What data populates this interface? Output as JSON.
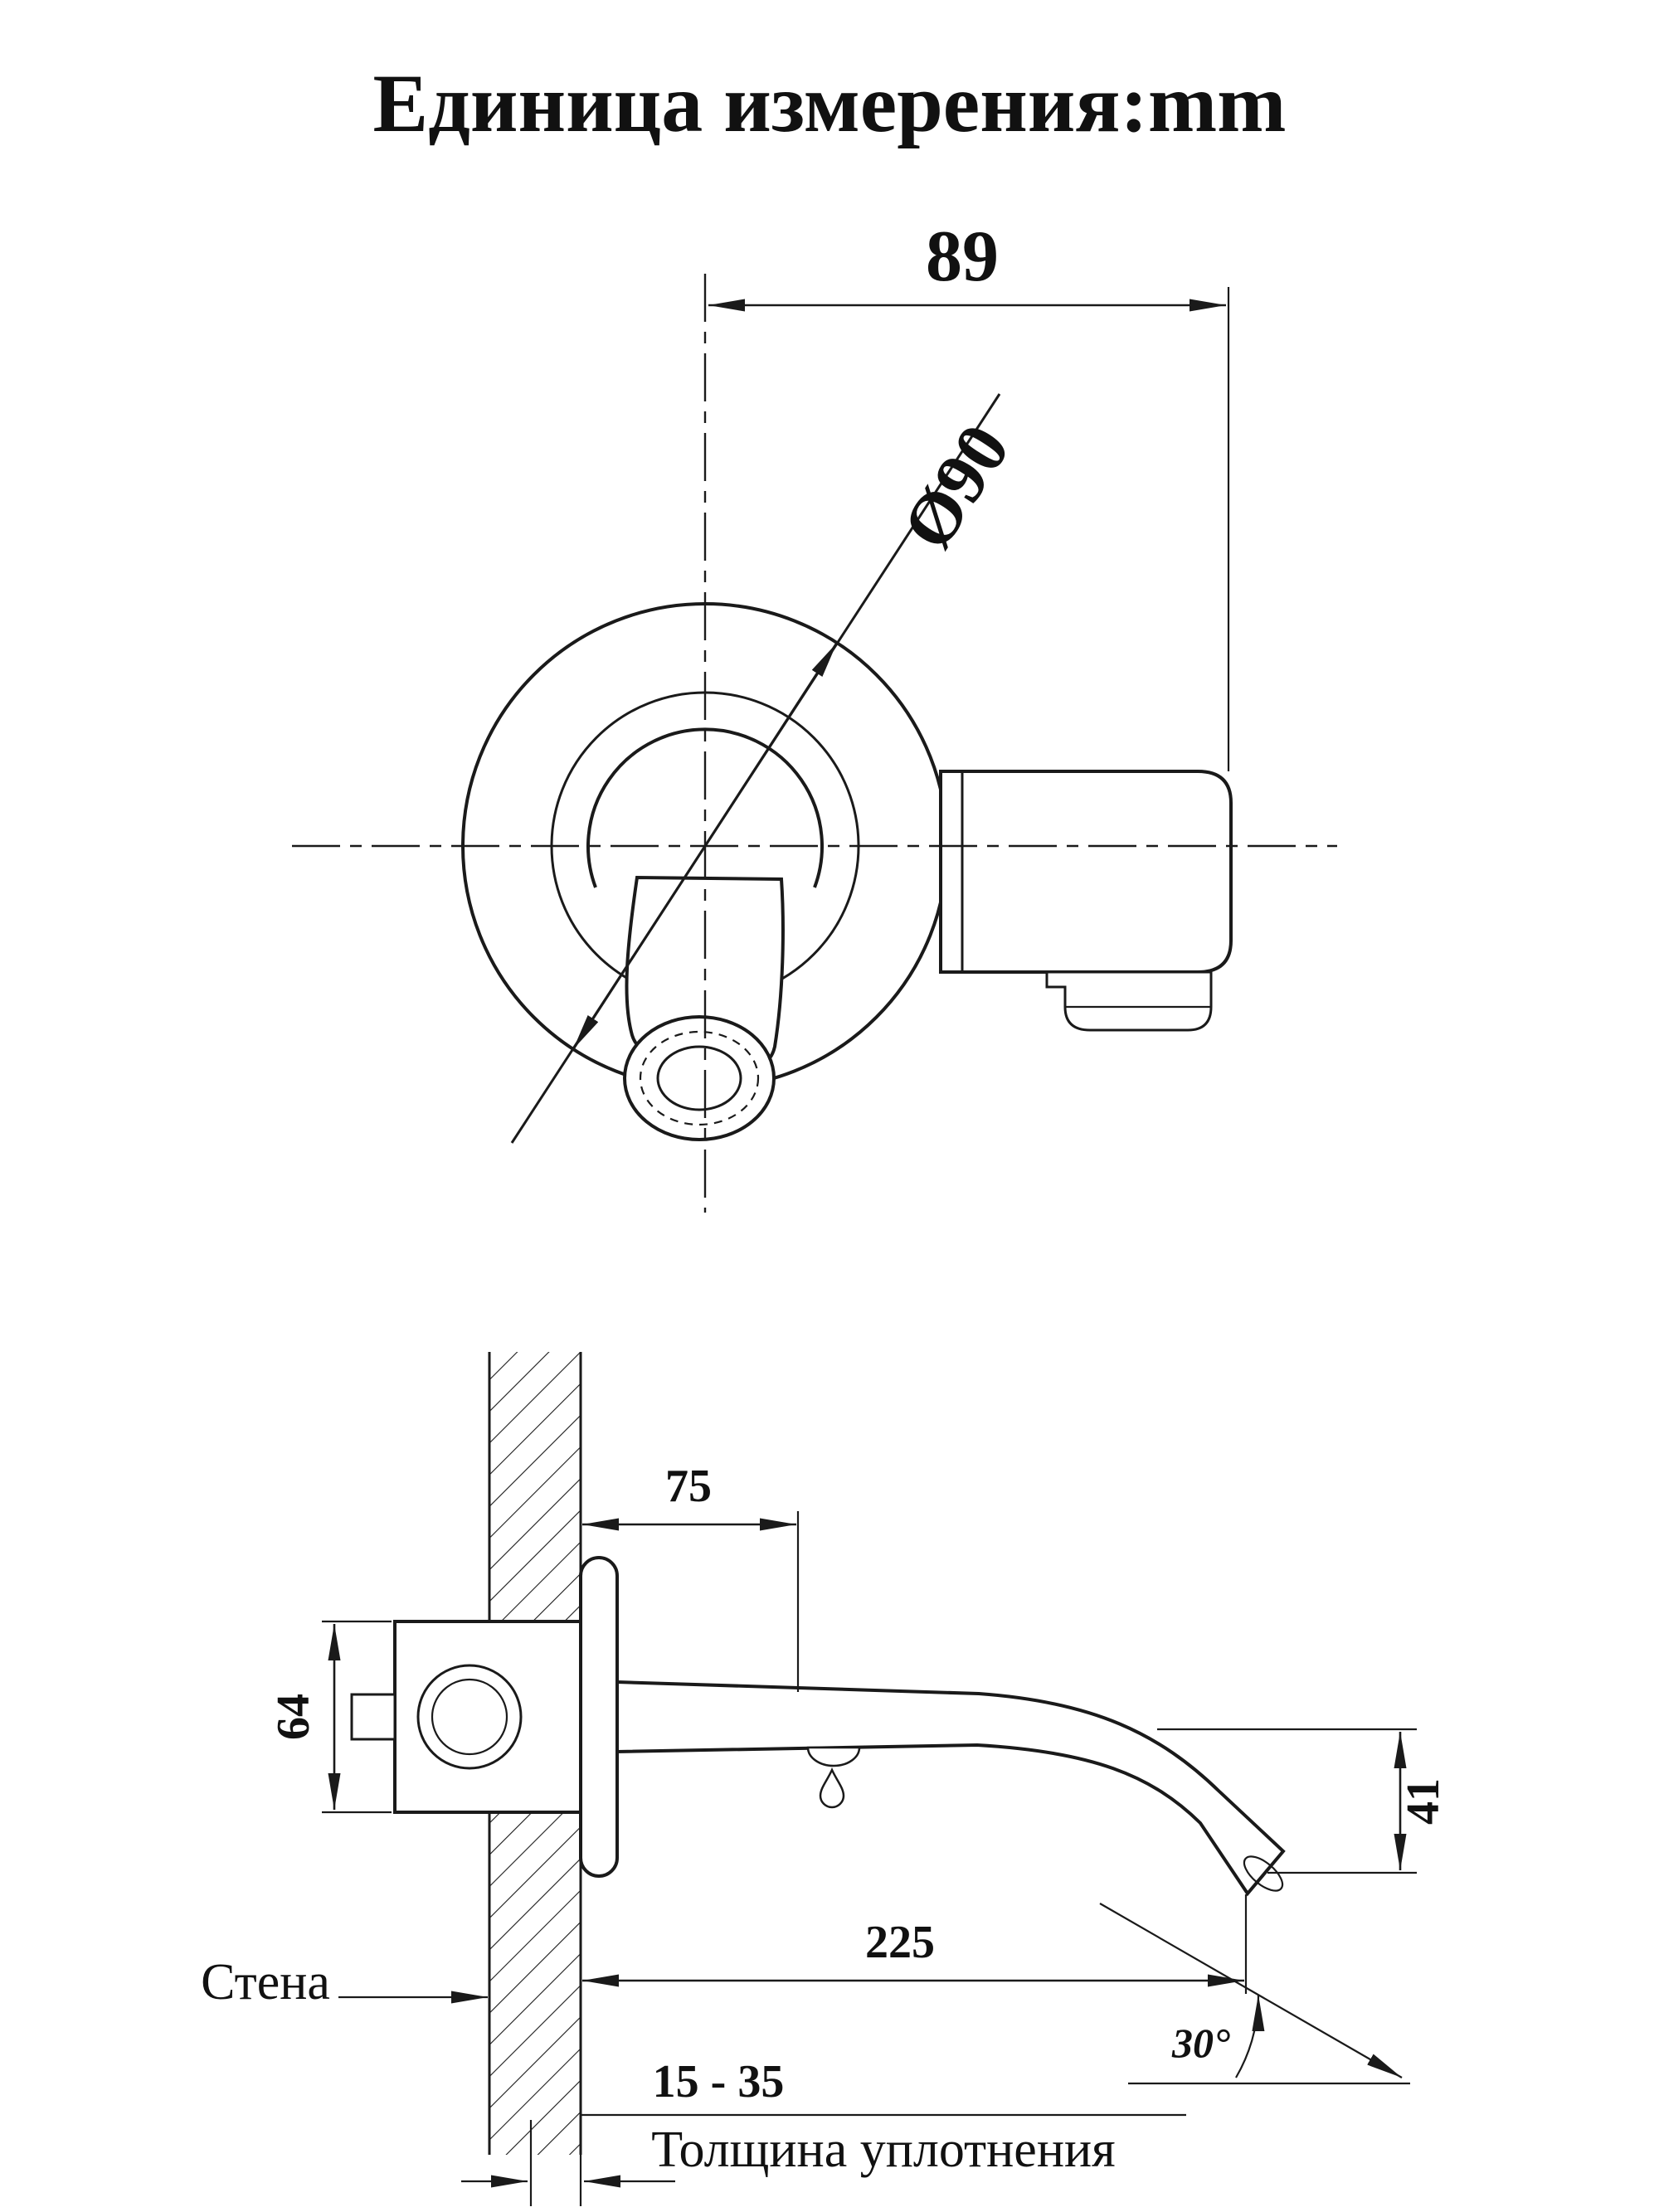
{
  "colors": {
    "ink": "#1a1a1a",
    "background": "#ffffff"
  },
  "title": "Единица измерения:mm",
  "front_view": {
    "width_dim": "89",
    "diameter_dim": "Ø90"
  },
  "side_view": {
    "projection_dim": "75",
    "body_height_dim": "64",
    "outlet_drop_dim": "41",
    "spout_length_dim": "225",
    "outlet_angle_dim": "30°",
    "wall_label": "Стена",
    "seal_thickness_range": "15 - 35",
    "seal_thickness_label": "Толщина уплотнения"
  }
}
